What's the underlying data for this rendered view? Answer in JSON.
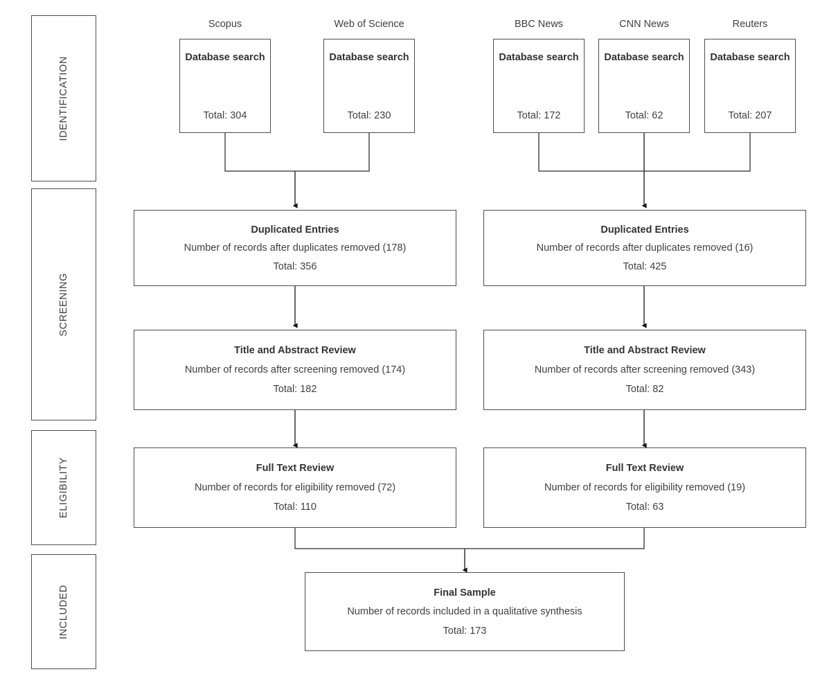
{
  "diagram": {
    "type": "prisma-flow-diagram",
    "stages": [
      {
        "id": "identification",
        "label": "IDENTIFICATION"
      },
      {
        "id": "screening",
        "label": "SCREENING"
      },
      {
        "id": "eligibility",
        "label": "ELIGIBILITY"
      },
      {
        "id": "included",
        "label": "INCLUDED"
      }
    ],
    "sources": [
      {
        "id": "scopus",
        "label": "Scopus",
        "box_title": "Database search",
        "total_label": "Total: 304",
        "total": 304,
        "group": "academic"
      },
      {
        "id": "web-of-science",
        "label": "Web of Science",
        "box_title": "Database search",
        "total_label": "Total: 230",
        "total": 230,
        "group": "academic"
      },
      {
        "id": "bbc-news",
        "label": "BBC News",
        "box_title": "Database search",
        "total_label": "Total: 172",
        "total": 172,
        "group": "news"
      },
      {
        "id": "cnn-news",
        "label": "CNN News",
        "box_title": "Database search",
        "total_label": "Total: 62",
        "total": 62,
        "group": "news"
      },
      {
        "id": "reuters",
        "label": "Reuters",
        "box_title": "Database search",
        "total_label": "Total: 207",
        "total": 207,
        "group": "news"
      }
    ],
    "steps": [
      {
        "id": "duplicated-entries-academic",
        "column": "left",
        "stage": "screening",
        "title": "Duplicated Entries",
        "description": "Number of records after duplicates removed (178)",
        "removed": 178,
        "total_label": "Total: 356",
        "total": 356
      },
      {
        "id": "duplicated-entries-news",
        "column": "right",
        "stage": "screening",
        "title": "Duplicated Entries",
        "description": "Number of records after duplicates removed (16)",
        "removed": 16,
        "total_label": "Total: 425",
        "total": 425
      },
      {
        "id": "title-abstract-review-academic",
        "column": "left",
        "stage": "screening",
        "title": "Title and Abstract Review",
        "description": "Number of records after screening removed (174)",
        "removed": 174,
        "total_label": "Total: 182",
        "total": 182
      },
      {
        "id": "title-abstract-review-news",
        "column": "right",
        "stage": "screening",
        "title": "Title and Abstract Review",
        "description": "Number of records after screening removed (343)",
        "removed": 343,
        "total_label": "Total: 82",
        "total": 82
      },
      {
        "id": "full-text-review-academic",
        "column": "left",
        "stage": "eligibility",
        "title": "Full Text Review",
        "description": "Number of records for eligibility removed (72)",
        "removed": 72,
        "total_label": "Total: 110",
        "total": 110
      },
      {
        "id": "full-text-review-news",
        "column": "right",
        "stage": "eligibility",
        "title": "Full Text Review",
        "description": "Number of records for eligibility removed (19)",
        "removed": 19,
        "total_label": "Total: 63",
        "total": 63
      }
    ],
    "final": {
      "id": "final-sample",
      "stage": "included",
      "title": "Final Sample",
      "description": "Number of records included in a qualitative synthesis",
      "total_label": "Total: 173",
      "total": 173
    },
    "colors": {
      "border": "#4d4d4d",
      "text": "#3f3f3f",
      "title_text": "#333333",
      "background": "#ffffff",
      "connector": "#4d4d4d"
    }
  }
}
